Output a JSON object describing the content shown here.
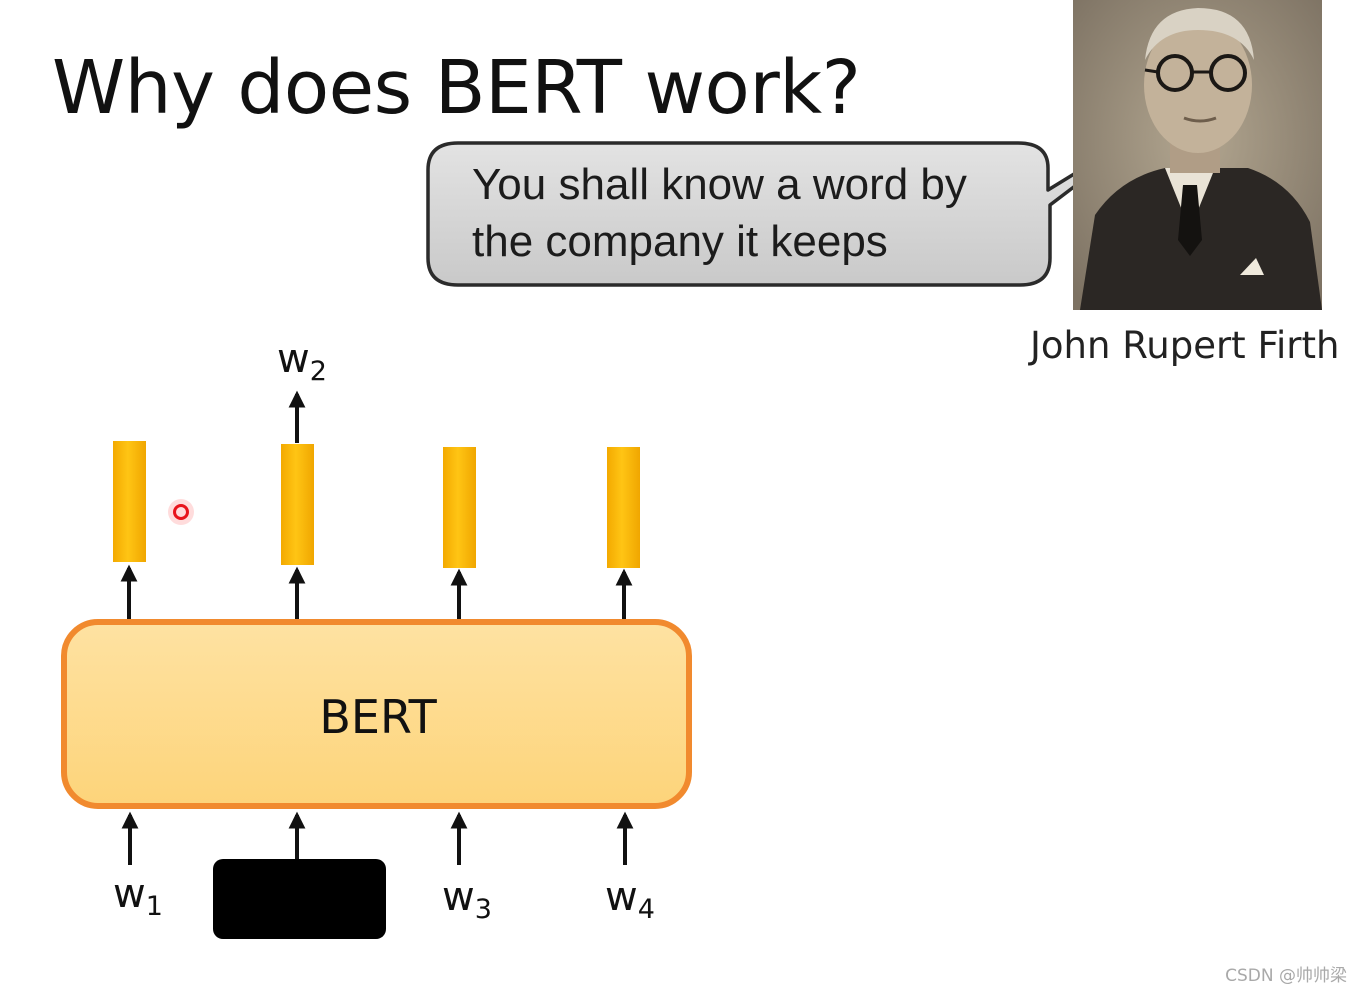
{
  "title": "Why does BERT work?",
  "quote": {
    "line1": "You shall know a word by",
    "line2": "the company it keeps"
  },
  "portrait": {
    "caption": "John Rupert Firth",
    "icon": "portrait-photo"
  },
  "model": {
    "label": "BERT"
  },
  "output_label": {
    "base": "w",
    "sub": "2"
  },
  "input_labels": [
    {
      "base": "w",
      "sub": "1"
    },
    {
      "base": "w",
      "sub": "3"
    },
    {
      "base": "w",
      "sub": "4"
    }
  ],
  "colors": {
    "bert_fill_top": "#fee2a2",
    "bert_fill_bottom": "#fdd47a",
    "bert_border": "#f18a2e",
    "embedding_bar": "#f6b800",
    "bubble_fill": "#d6d6d6",
    "bubble_border": "#2b2b2b",
    "mask_block": "#000000",
    "pointer_dot": "#e8141c"
  },
  "watermark": "CSDN @帅帅梁"
}
